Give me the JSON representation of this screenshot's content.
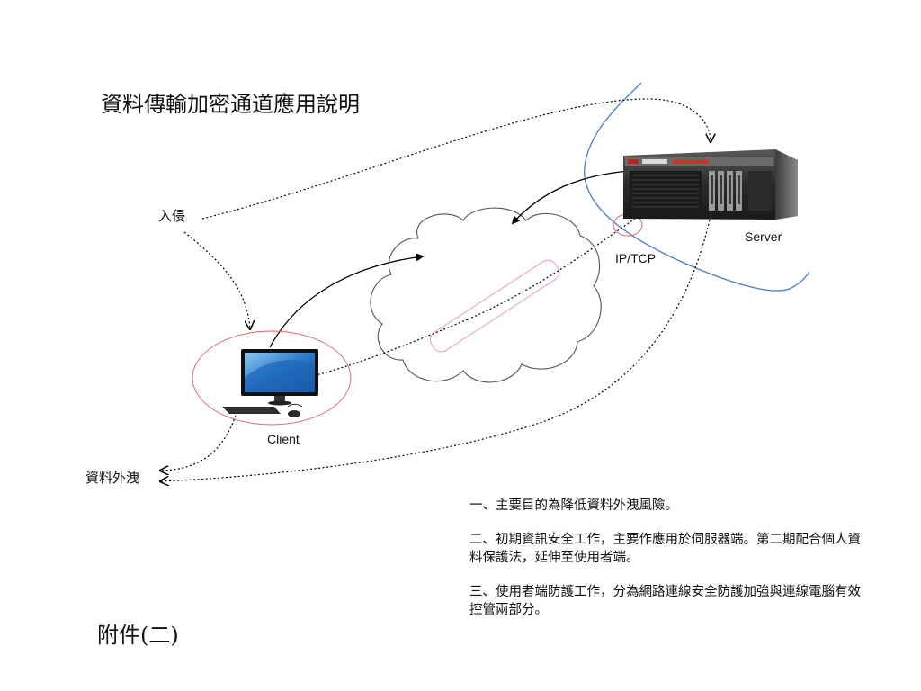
{
  "title": "資料傳輸加密通道應用說明",
  "labels": {
    "intrusion": "入侵",
    "server": "Server",
    "protocol": "IP/TCP",
    "client": "Client",
    "data_leak": "資料外洩"
  },
  "notes": [
    "一、主要目的為降低資料外洩風險。",
    "二、初期資訊安全工作，主要作應用於伺服器端。第二期配合個人資料保護法，延伸至使用者端。",
    "三、使用者端防護工作，分為網路連線安全防護加強與連線電腦有效控管兩部分。"
  ],
  "footer": "附件(二)",
  "colors": {
    "boundary_line": "#4a7fc0",
    "highlight_ellipse": "#e06070",
    "tunnel": "#e8a0a8",
    "cloud_outline": "#555555"
  }
}
